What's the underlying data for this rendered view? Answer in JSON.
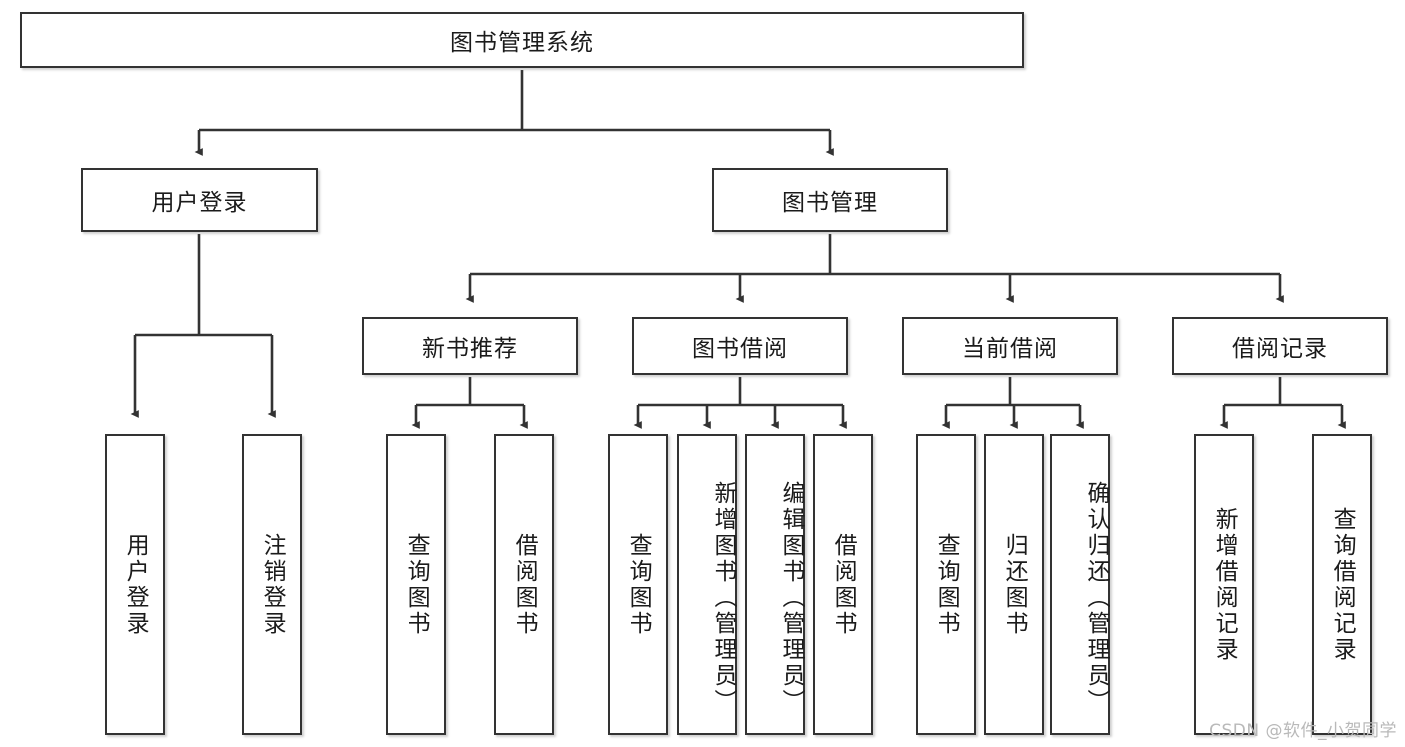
{
  "diagram": {
    "title": "图书管理系统",
    "type": "tree-hierarchy",
    "watermark": "CSDN @软件_小贺同学",
    "colors": {
      "node_border": "#333333",
      "node_fill": "#ffffff",
      "edge": "#333333",
      "text": "#1b1b1b",
      "watermark": "#b9b9b9",
      "background": "#ffffff"
    },
    "root": {
      "id": "root",
      "label": "图书管理系统"
    },
    "level2": [
      {
        "id": "user-login",
        "label": "用户登录"
      },
      {
        "id": "book-manage",
        "label": "图书管理"
      }
    ],
    "level3": [
      {
        "id": "new-book-recommend",
        "label": "新书推荐",
        "parent": "book-manage"
      },
      {
        "id": "book-borrow",
        "label": "图书借阅",
        "parent": "book-manage"
      },
      {
        "id": "current-borrow",
        "label": "当前借阅",
        "parent": "book-manage"
      },
      {
        "id": "borrow-record",
        "label": "借阅记录",
        "parent": "book-manage"
      }
    ],
    "leaves": {
      "user_login": [
        {
          "id": "leaf-user-login",
          "label": "用户登录"
        },
        {
          "id": "leaf-logout",
          "label": "注销登录"
        }
      ],
      "new_book_recommend": [
        {
          "id": "leaf-query-book-1",
          "label": "查询图书"
        },
        {
          "id": "leaf-borrow-book-1",
          "label": "借阅图书"
        }
      ],
      "book_borrow": [
        {
          "id": "leaf-query-book-2",
          "label": "查询图书"
        },
        {
          "id": "leaf-add-book",
          "label": "新增图书（管理员）"
        },
        {
          "id": "leaf-edit-book",
          "label": "编辑图书（管理员）"
        },
        {
          "id": "leaf-borrow-book-2",
          "label": "借阅图书"
        }
      ],
      "current_borrow": [
        {
          "id": "leaf-query-book-3",
          "label": "查询图书"
        },
        {
          "id": "leaf-return-book",
          "label": "归还图书"
        },
        {
          "id": "leaf-confirm-return",
          "label": "确认归还（管理员）"
        }
      ],
      "borrow_record": [
        {
          "id": "leaf-add-record",
          "label": "新增借阅记录"
        },
        {
          "id": "leaf-query-record",
          "label": "查询借阅记录"
        }
      ]
    }
  }
}
